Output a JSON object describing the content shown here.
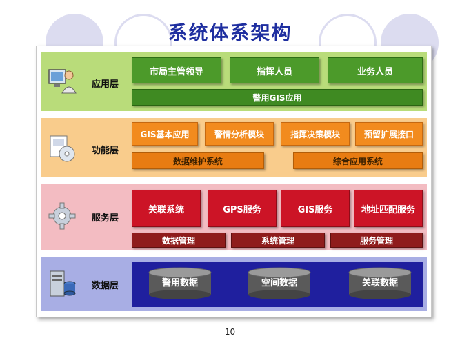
{
  "title": "系统体系架构",
  "page_number": "10",
  "colors": {
    "title": "#1f2fa0",
    "app_layer_bg": "#b9dc7a",
    "func_layer_bg": "#f9cc8c",
    "service_layer_bg": "#f3bcc2",
    "data_layer_bg": "#a8aee4",
    "data_panel": "#1f1f9e"
  },
  "layers": {
    "app": {
      "label": "应用层",
      "icon": "user-computer-icon",
      "items": [
        "市局主管领导",
        "指挥人员",
        "业务人员"
      ],
      "bar": "警用GIS应用"
    },
    "func": {
      "label": "功能层",
      "icon": "cd-box-icon",
      "items": [
        "GIS基本应用",
        "警情分析模块",
        "指挥决策模块",
        "预留扩展接口"
      ],
      "bars": [
        "数据维护系统",
        "综合应用系统"
      ]
    },
    "service": {
      "label": "服务层",
      "icon": "gear-icon",
      "items": [
        "关联系统",
        "GPS服务",
        "GIS服务",
        "地址匹配服务"
      ],
      "bars": [
        "数据管理",
        "系统管理",
        "服务管理"
      ]
    },
    "data": {
      "label": "数据层",
      "icon": "server-database-icon",
      "items": [
        "警用数据",
        "空间数据",
        "关联数据"
      ]
    }
  }
}
